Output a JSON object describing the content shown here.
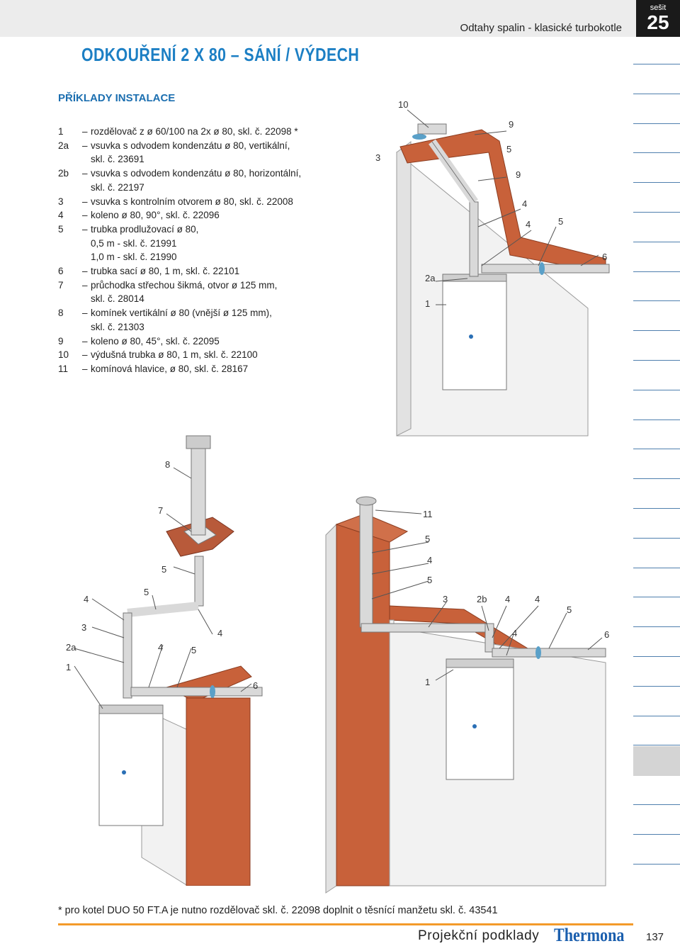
{
  "header": {
    "title": "Odtahy spalin - klasické turbokotle",
    "issue_label": "sešit",
    "issue_number": "25"
  },
  "section_title": "ODKOUŘENÍ 2 X 80 – SÁNÍ / VÝDECH",
  "subsection_title": "PŘÍKLADY INSTALACE",
  "parts": [
    {
      "code": "1",
      "text": "rozdělovač z ø 60/100 na 2x ø 80, skl. č. 22098 *"
    },
    {
      "code": "2a",
      "text": "vsuvka s odvodem kondenzátu ø 80, vertikální,\nskl. č. 23691"
    },
    {
      "code": "2b",
      "text": "vsuvka s odvodem kondenzátu ø 80, horizontální,\nskl. č. 22197"
    },
    {
      "code": "3",
      "text": "vsuvka s kontrolním otvorem ø 80, skl. č. 22008"
    },
    {
      "code": "4",
      "text": "koleno ø 80, 90°, skl. č. 22096"
    },
    {
      "code": "5",
      "text": "trubka prodlužovací ø 80,\n0,5 m - skl. č. 21991\n1,0 m - skl. č. 21990"
    },
    {
      "code": "6",
      "text": "trubka sací ø 80, 1 m, skl. č. 22101"
    },
    {
      "code": "7",
      "text": "průchodka střechou šikmá, otvor ø 125 mm,\nskl. č. 28014"
    },
    {
      "code": "8",
      "text": "komínek vertikální ø 80 (vnější ø 125 mm),\nskl. č. 21303"
    },
    {
      "code": "9",
      "text": "koleno ø 80, 45°, skl. č. 22095"
    },
    {
      "code": "10",
      "text": "výdušná trubka ø 80, 1 m, skl. č. 22100"
    },
    {
      "code": "11",
      "text": "komínová hlavice, ø 80, skl. č. 28167"
    }
  ],
  "footnote": "* pro kotel DUO 50 FT.A je nutno rozdělovač skl. č. 22098 doplnit o těsnící manžetu skl. č. 43541",
  "footer": {
    "label": "Projekční podklady",
    "logo": "Thermona",
    "page_number": "137"
  },
  "diagram1_labels": [
    "10",
    "9",
    "5",
    "9",
    "4",
    "3",
    "4",
    "5",
    "6",
    "2a",
    "1"
  ],
  "diagram2_labels": [
    "8",
    "7",
    "5",
    "5",
    "4",
    "3",
    "2a",
    "1",
    "4",
    "5",
    "4",
    "6"
  ],
  "diagram3_labels": [
    "11",
    "5",
    "4",
    "5",
    "3",
    "2b",
    "4",
    "4",
    "5",
    "4",
    "6",
    "1"
  ]
}
